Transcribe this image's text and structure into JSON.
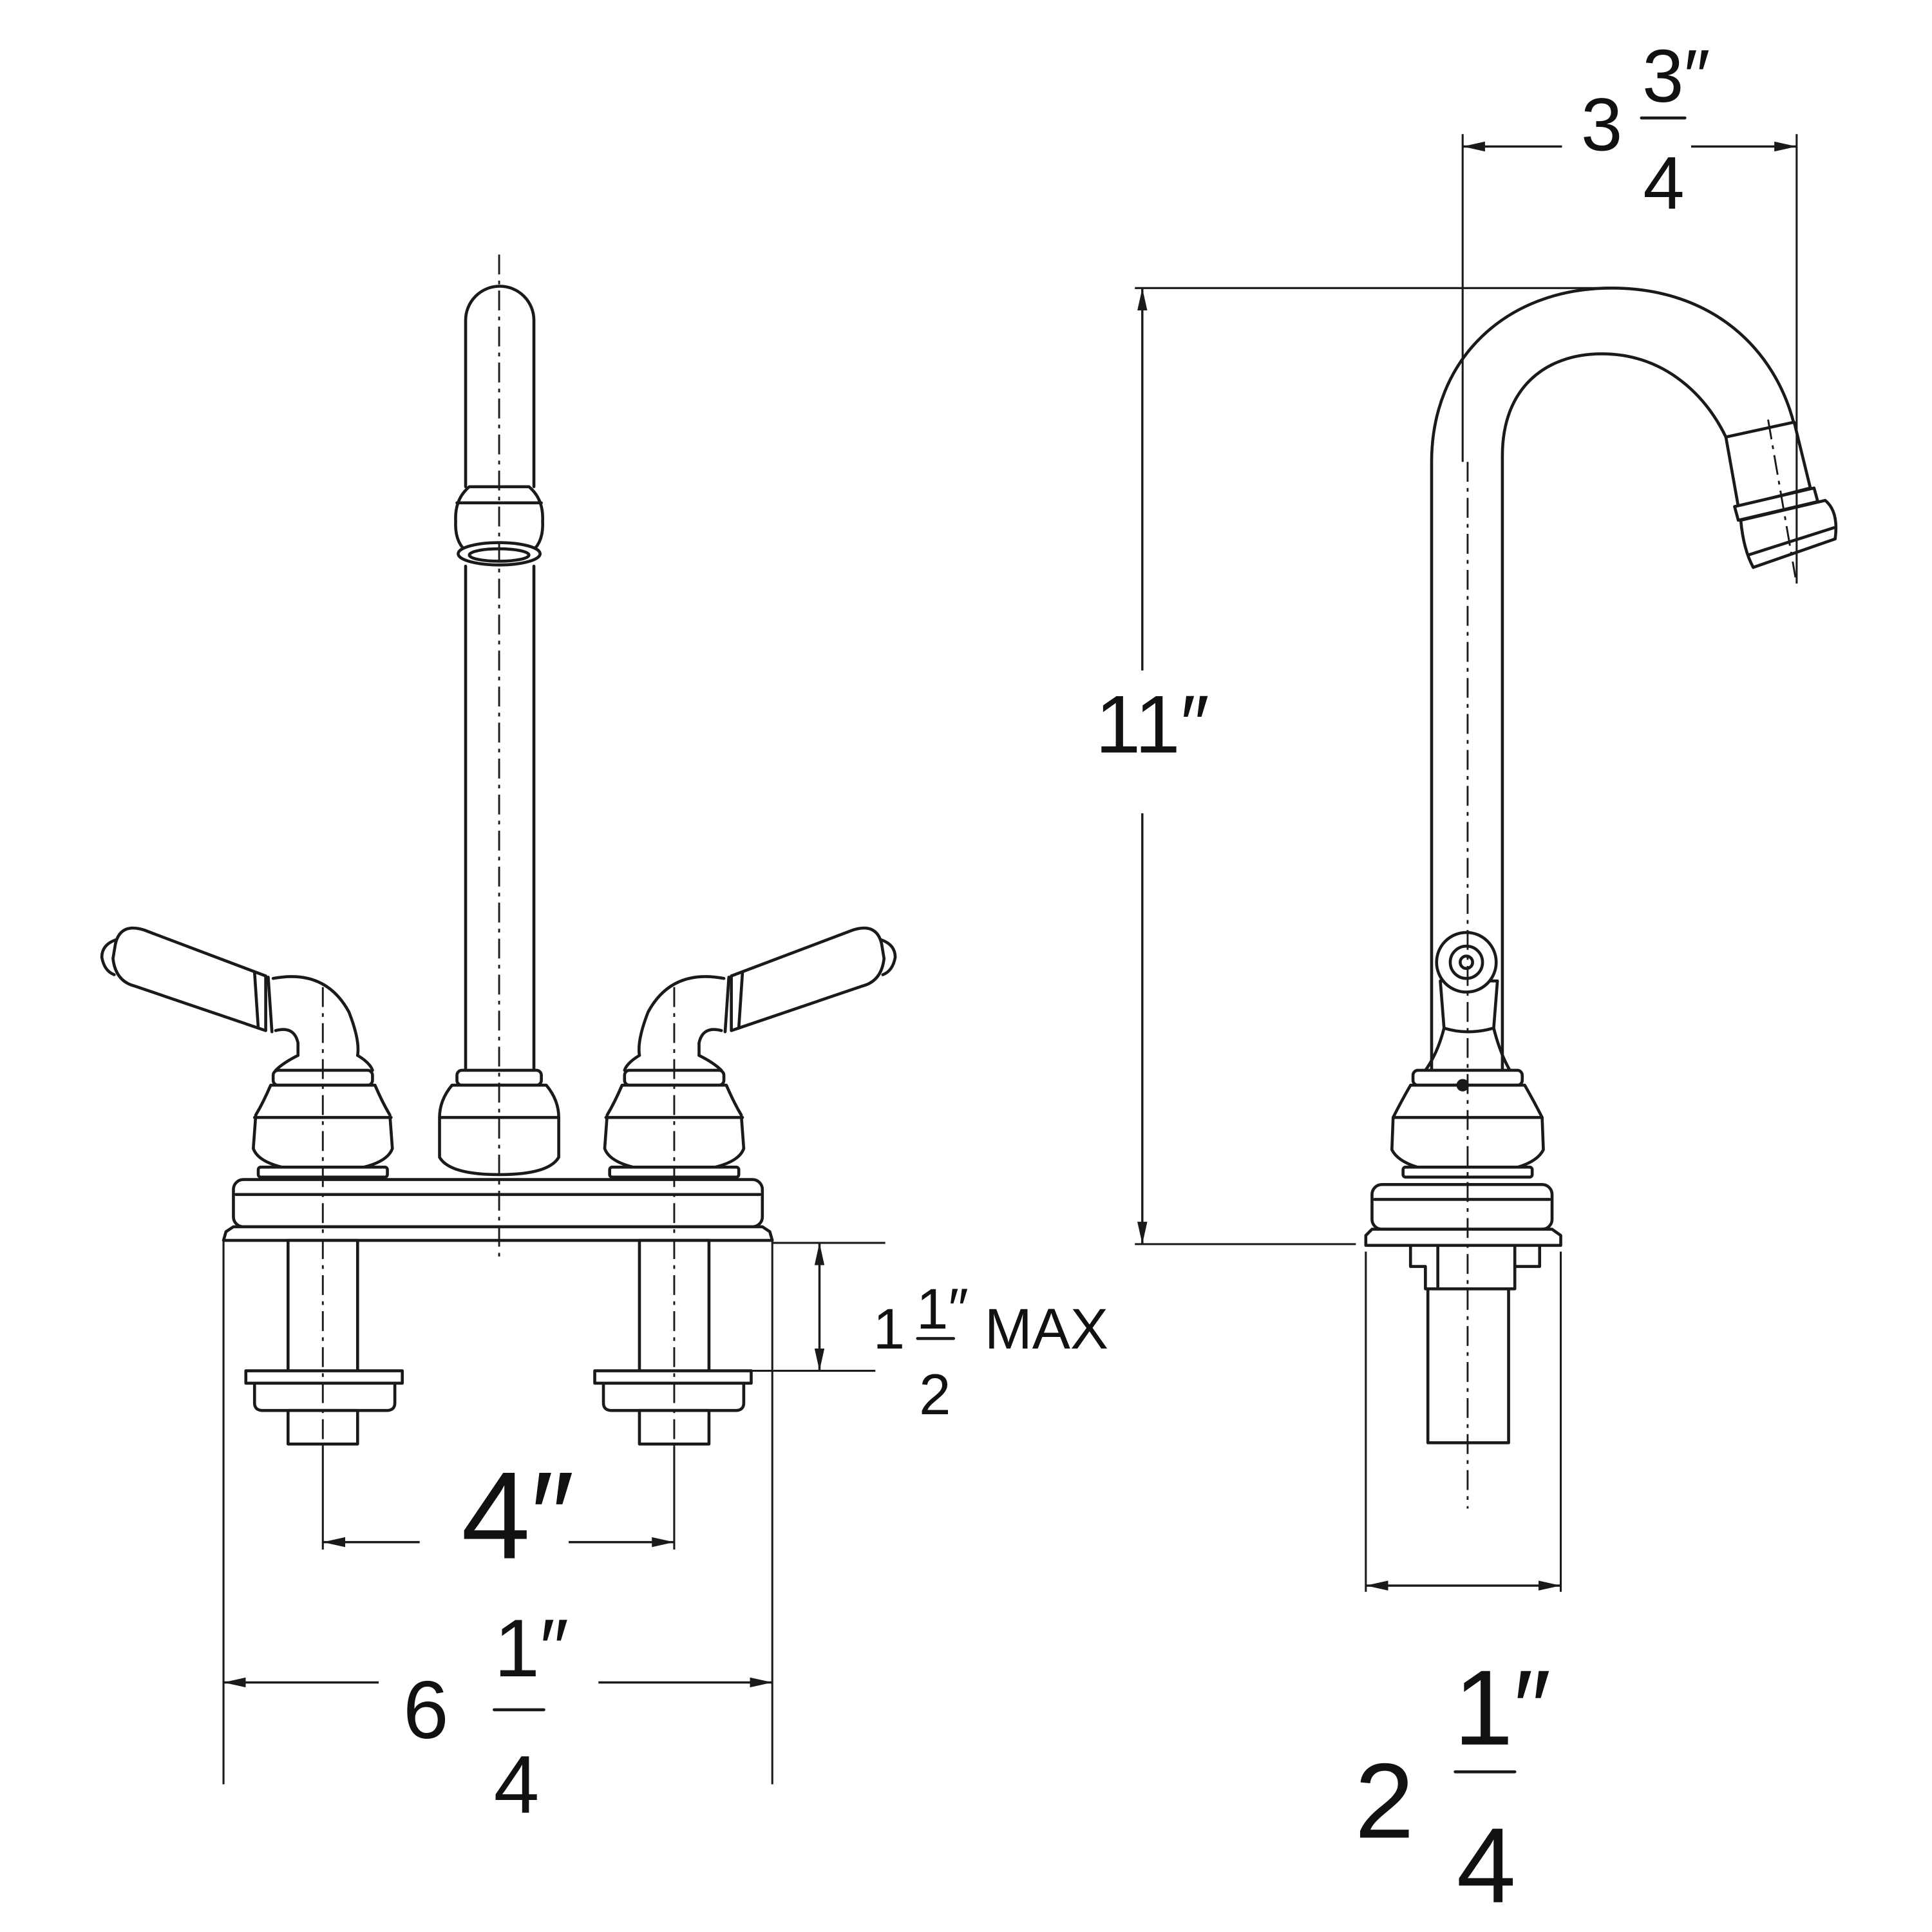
{
  "drawing": {
    "spout_reach": {
      "whole": "3",
      "numerator": "3″",
      "denominator": "4"
    },
    "height": {
      "label": "11″"
    },
    "deck_thickness_max": {
      "whole": "1",
      "numerator": "1″",
      "denominator": "2",
      "suffix": "MAX"
    },
    "center_spacing": {
      "label": "4″"
    },
    "base_width": {
      "whole": "6",
      "numerator": "1″",
      "denominator": "4"
    },
    "base_depth": {
      "whole": "2",
      "numerator": "1″",
      "denominator": "4"
    }
  },
  "colors": {
    "line": "#1a1a1a",
    "background": "#ffffff"
  }
}
